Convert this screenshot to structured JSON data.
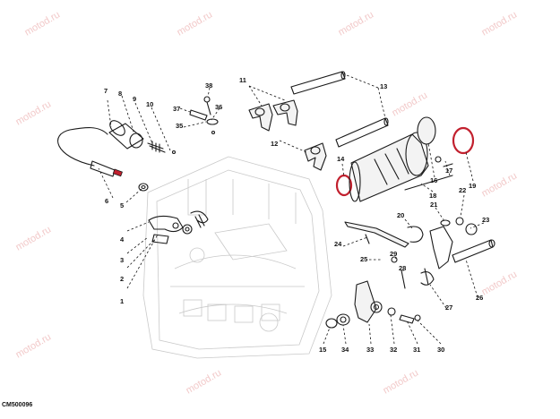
{
  "drawing": {
    "code": "CM500096",
    "watermark": "motod.ru",
    "accent_color": "#c2202e"
  },
  "callouts": [
    "1",
    "2",
    "3",
    "4",
    "5",
    "6",
    "7",
    "8",
    "9",
    "10",
    "11",
    "12",
    "13",
    "14",
    "15",
    "16",
    "17",
    "18",
    "19",
    "20",
    "21",
    "22",
    "23",
    "24",
    "25",
    "26",
    "27",
    "28",
    "29",
    "30",
    "31",
    "32",
    "33",
    "34",
    "35",
    "36",
    "37",
    "38"
  ]
}
